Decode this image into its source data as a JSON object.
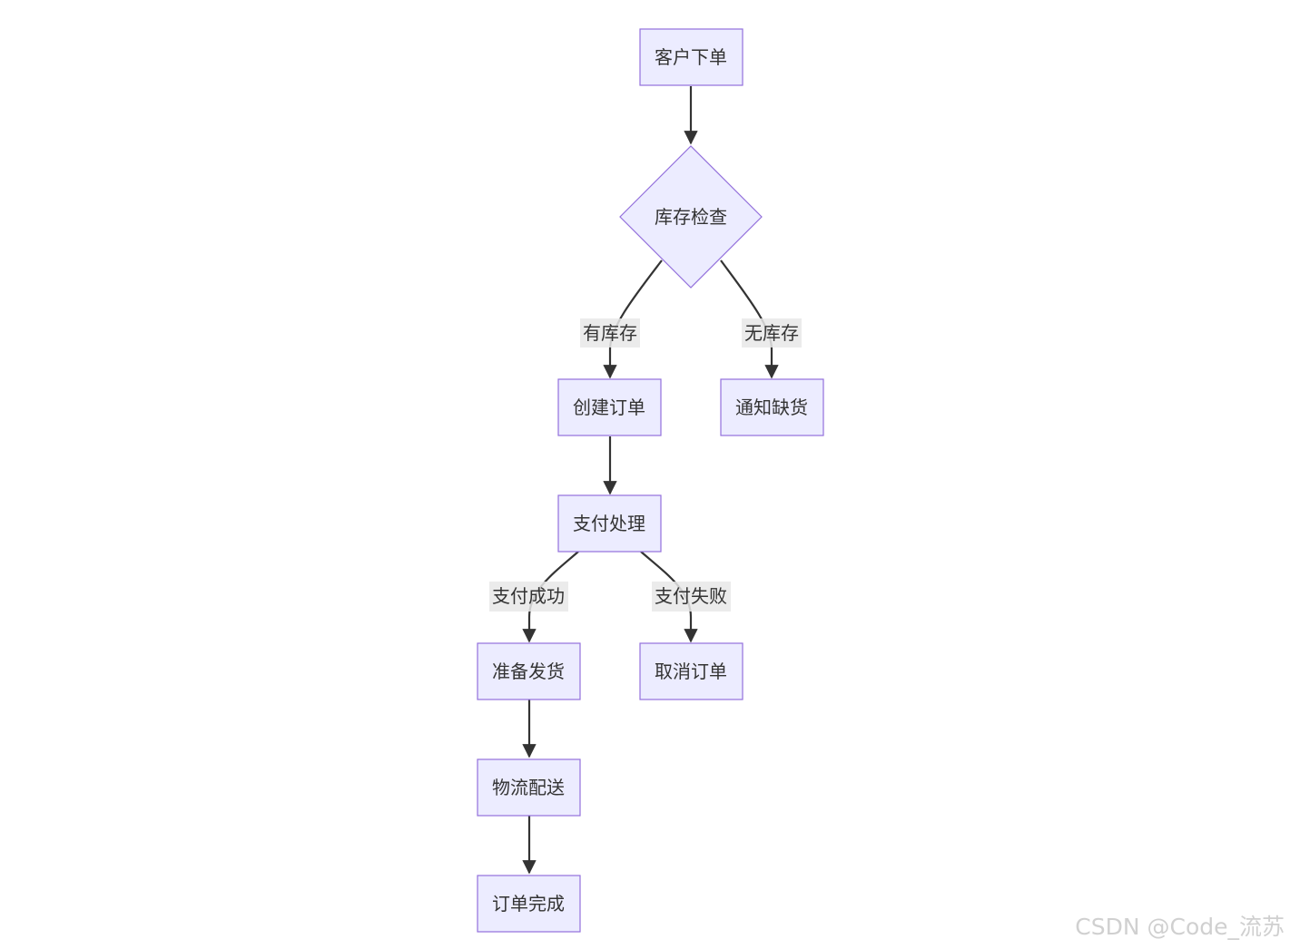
{
  "diagram": {
    "nodes": {
      "order_placed": "客户下单",
      "stock_check": "库存检查",
      "create_order": "创建订单",
      "notify_out": "通知缺货",
      "payment": "支付处理",
      "prepare": "准备发货",
      "cancel": "取消订单",
      "logistics": "物流配送",
      "complete": "订单完成"
    },
    "edge_labels": {
      "in_stock": "有库存",
      "out_of_stock": "无库存",
      "pay_success": "支付成功",
      "pay_fail": "支付失败"
    }
  },
  "watermark": "CSDN @Code_流苏",
  "colors": {
    "node_fill": "#ECECFF",
    "node_stroke": "#9370DB",
    "edge": "#333333",
    "label_bg": "#E8E8E8"
  }
}
